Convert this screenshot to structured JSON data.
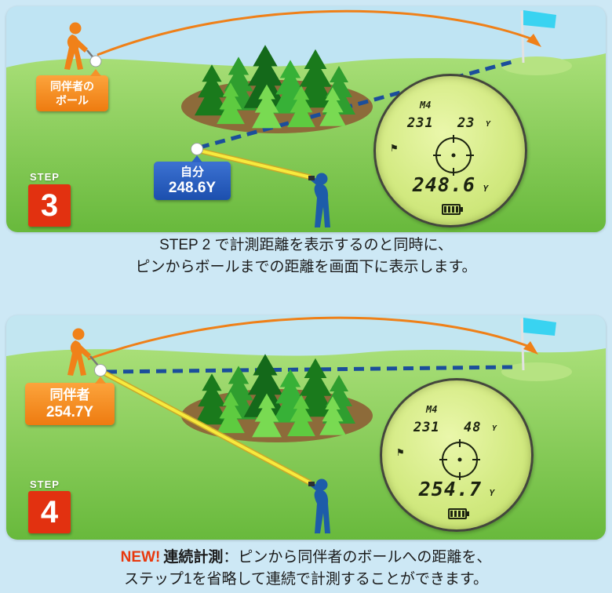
{
  "colors": {
    "background": "#cde8f5",
    "accent_orange": "#ef8018",
    "label_blue": "#1c4fae",
    "step_red": "#e23110",
    "beam_yellow": "#f7ea3d",
    "dashed_blue": "#1b4e9b",
    "lcd_green": "#d3ea82",
    "flag_cyan": "#39d3f1"
  },
  "icons": {
    "flag_glyph": "⚑"
  },
  "panel1": {
    "step": {
      "label": "STEP",
      "number": "3"
    },
    "companion_ball_label": {
      "line1": "同伴者の",
      "line2": "ボール"
    },
    "self_label": {
      "line1": "自分",
      "line2": "248.6Y"
    },
    "display": {
      "mode": "M4",
      "pin_value": "231",
      "sub_value": "23",
      "unit": "Y",
      "distance": "248.6",
      "distance_unit": "Y"
    },
    "caption": {
      "line1": "STEP 2 で計測距離を表示するのと同時に、",
      "line2": "ピンからボールまでの距離を画面下に表示します。"
    }
  },
  "panel2": {
    "step": {
      "label": "STEP",
      "number": "4"
    },
    "companion_label": {
      "line1": "同伴者",
      "line2": "254.7Y"
    },
    "display": {
      "mode": "M4",
      "pin_value": "231",
      "sub_value": "48",
      "unit": "Y",
      "distance": "254.7",
      "distance_unit": "Y"
    },
    "caption": {
      "new_label": "NEW!",
      "feature_label": "連続計測",
      "line1_rest": "：ピンから同伴者のボールへの距離を、",
      "line2": "ステップ1を省略して連続で計測することができます。"
    }
  }
}
